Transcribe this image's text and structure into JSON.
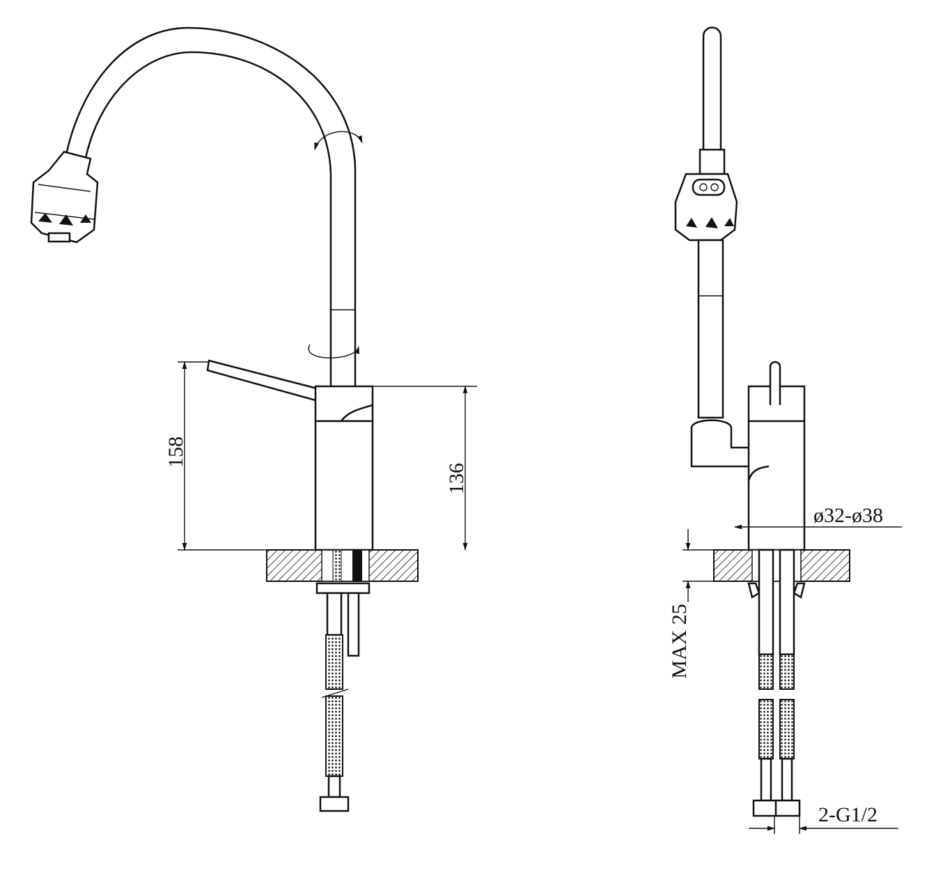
{
  "drawing": {
    "title": "Kitchen faucet technical drawing",
    "front_view": {
      "dimension_total_height": "158",
      "dimension_body_height": "136"
    },
    "side_view": {
      "dimension_hole_diameter": "ø32-ø38",
      "dimension_max_counter_thickness": "MAX 25",
      "dimension_hose_connection": "2-G1/2"
    }
  }
}
